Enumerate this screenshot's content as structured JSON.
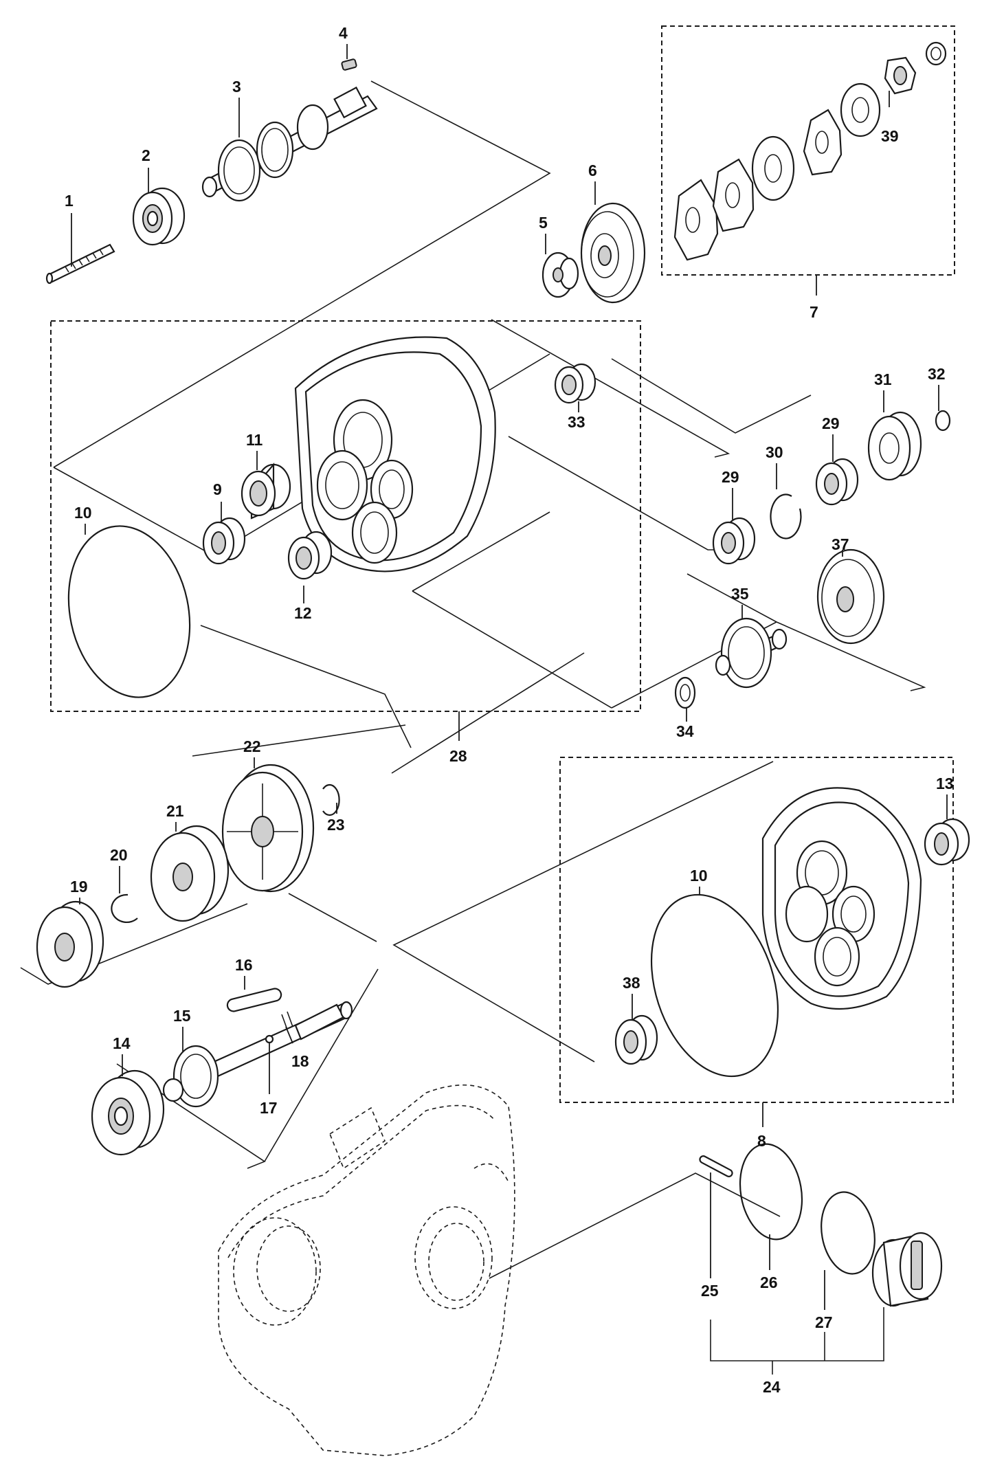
{
  "labels": {
    "l1": "1",
    "l2": "2",
    "l3": "3",
    "l4": "4",
    "l5": "5",
    "l6": "6",
    "l7": "7",
    "l8": "8",
    "l9": "9",
    "l10a": "10",
    "l10b": "10",
    "l11": "11",
    "l12": "12",
    "l13": "13",
    "l14": "14",
    "l15": "15",
    "l16": "16",
    "l17": "17",
    "l18": "18",
    "l19": "19",
    "l20": "20",
    "l21": "21",
    "l22": "22",
    "l23": "23",
    "l24": "24",
    "l25": "25",
    "l26": "26",
    "l27": "27",
    "l28": "28",
    "l29a": "29",
    "l29b": "29",
    "l30": "30",
    "l31": "31",
    "l32": "32",
    "l33": "33",
    "l34": "34",
    "l35": "35",
    "l37": "37",
    "l38": "38",
    "l39": "39"
  }
}
